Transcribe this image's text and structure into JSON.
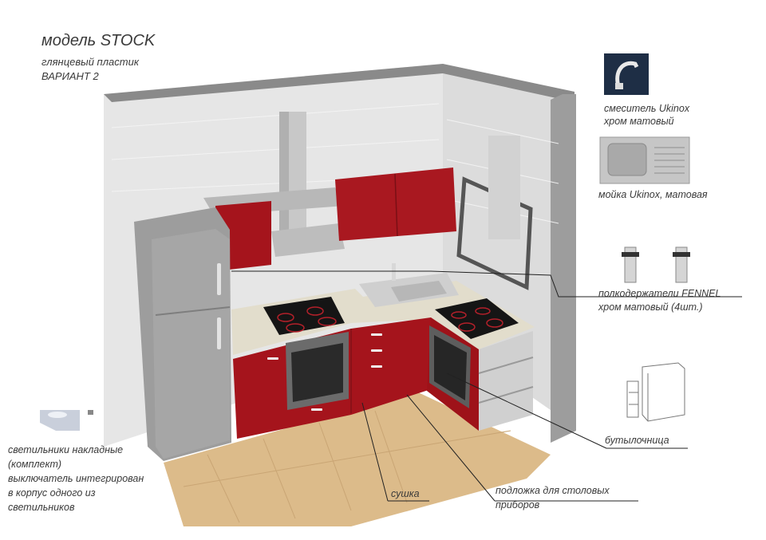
{
  "header": {
    "title": "модель STOCK",
    "line1": "глянцевый пластик",
    "line2": "ВАРИАНТ 2"
  },
  "callouts": {
    "faucet": [
      "смеситель Ukinox",
      "хром матовый"
    ],
    "sink": "мойка Ukinox, матовая",
    "shelf_holders": [
      "полкодержатели FENNEL",
      "хром матовый  (4шт.)"
    ],
    "bottle_rack": "бутылочница",
    "cutlery_liner": [
      "подложка для столовых",
      "приборов"
    ],
    "dryer": "сушка",
    "lights": [
      "светильники накладные",
      "(комплект)",
      "выключатель интегрирован",
      "в корпус одного из",
      "светильников"
    ]
  },
  "colors": {
    "cabinet_red": "#a5141c",
    "wall": "#e9e9e9",
    "carcass_grey": "#9a9a9a",
    "floor": "#d9b98a"
  }
}
